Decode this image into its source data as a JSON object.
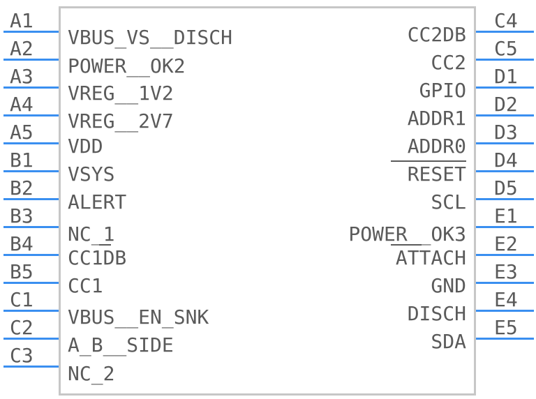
{
  "left_pins": [
    {
      "number": "A1",
      "name": "VBUS_VS__DISCH"
    },
    {
      "number": "A2",
      "name": "POWER__OK2"
    },
    {
      "number": "A3",
      "name": "VREG__1V2"
    },
    {
      "number": "A4",
      "name": "VREG__2V7"
    },
    {
      "number": "A5",
      "name": "VDD"
    },
    {
      "number": "B1",
      "name": "VSYS"
    },
    {
      "number": "B2",
      "name": "ALERT"
    },
    {
      "number": "B3",
      "name": "NC_1"
    },
    {
      "number": "B4",
      "name": "CC1DB"
    },
    {
      "number": "B5",
      "name": "CC1"
    },
    {
      "number": "C1",
      "name": "VBUS__EN_SNK"
    },
    {
      "number": "C2",
      "name": "A_B__SIDE"
    },
    {
      "number": "C3",
      "name": "NC_2"
    }
  ],
  "right_pins": [
    {
      "number": "C4",
      "name": "CC2DB"
    },
    {
      "number": "C5",
      "name": "CC2"
    },
    {
      "number": "D1",
      "name": "GPIO"
    },
    {
      "number": "D2",
      "name": "ADDR1"
    },
    {
      "number": "D3",
      "name": "ADDR0"
    },
    {
      "number": "D4",
      "name": "RESET"
    },
    {
      "number": "D5",
      "name": "SCL"
    },
    {
      "number": "E1",
      "name": "POWER__OK3"
    },
    {
      "number": "E2",
      "name": "ATTACH"
    },
    {
      "number": "E3",
      "name": "GND"
    },
    {
      "number": "E4",
      "name": "DISCH"
    },
    {
      "number": "E5",
      "name": "SDA"
    }
  ],
  "colors": {
    "pin_line": "#3a8ff0",
    "body_outline": "#c7c7c7",
    "text": "#5a5a5a"
  }
}
